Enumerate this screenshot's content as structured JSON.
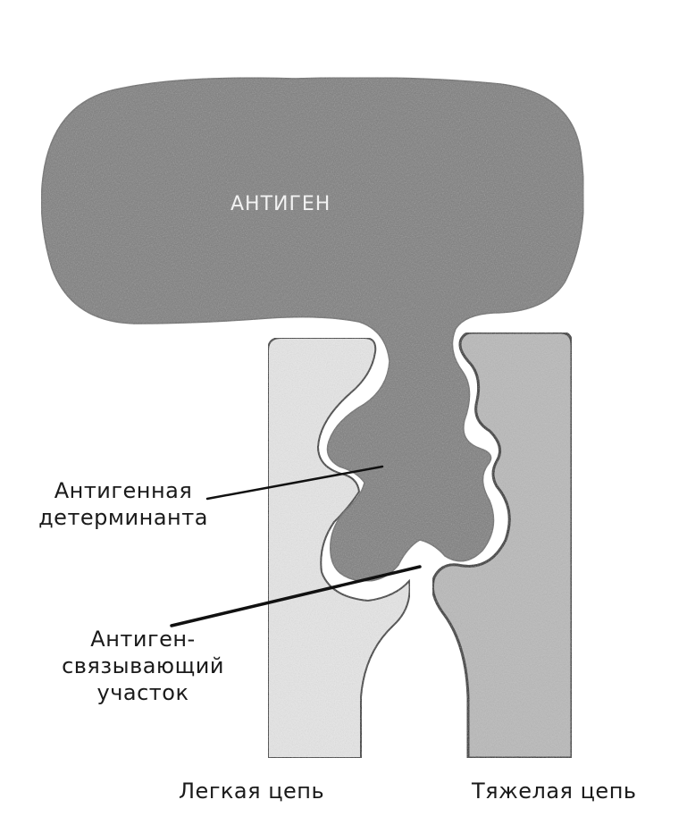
{
  "labels": {
    "antigen": "АНТИГЕН",
    "determinant": [
      "Антигенная",
      "детерминанта"
    ],
    "binding_site": [
      "Антиген-",
      "связывающий",
      "участок"
    ],
    "light_chain": "Легкая цепь",
    "heavy_chain": "Тяжелая цепь"
  },
  "colors": {
    "antigen_fill": "#7d7d7d",
    "antigen_edge": "#6a6a6a",
    "light_chain_fill": "#e7e7e7",
    "heavy_chain_fill": "#b9b9b9",
    "outline": "#1a1a1a",
    "text": "#1a1a1a"
  }
}
